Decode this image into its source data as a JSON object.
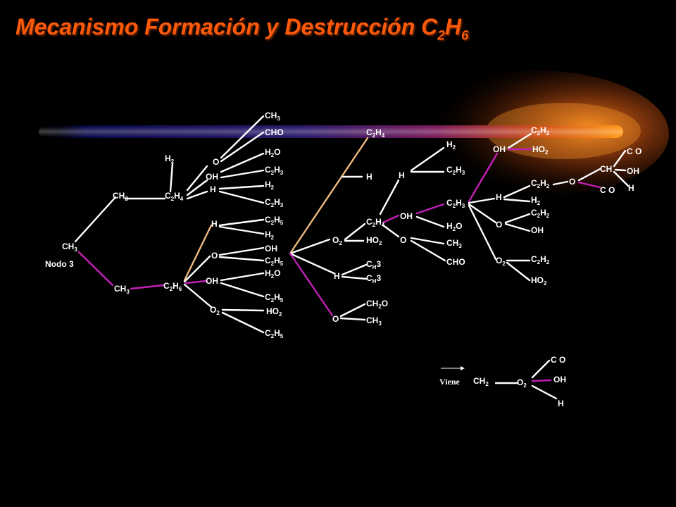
{
  "title": {
    "main": "Mecanismo Formación y Destrucción C",
    "s1": "2",
    "mid": "H",
    "s2": "6"
  },
  "colors": {
    "pink": "#c41fb6",
    "peach": "#f0b880",
    "white": "#ffffff",
    "title": "#ff5a0a",
    "beam_start": "#0a0a4a",
    "beam_mid": "#5a1a70",
    "beam_end": "#ff9a1a"
  },
  "labels": {
    "ch3_n3": "CH|3",
    "nodo3": "Nodo 3",
    "ch3_up": "CH|3",
    "ch3_dn": "CH|3",
    "h2_a": "H|2",
    "c2h4_a": "C|2|H|4",
    "o_a": "O",
    "oh_a": "OH",
    "h_a": "H",
    "ch3_b": "CH|3",
    "cho_b": "CHO",
    "h2o_b": "H|2|O",
    "c2h3_b": "C|2|H|3",
    "h2_b": "H|2",
    "c2h3_c": "C|2|H|3",
    "c2h6_a": "C|2|H|6",
    "h_c": "H",
    "o_c": "O",
    "oh_c": "OH",
    "o2_c": "O|2",
    "c2h5_d": "C|2|H|5",
    "h2_d": "H|2",
    "oh_d": "OH",
    "c2h5_e": "C|2|H|5",
    "h2o_e": "H|2|O",
    "c2h5_f": "C|2|H|5",
    "ho2_f": "HO|2",
    "c2h5_g": "C|2|H|5",
    "c2h4_top": "C|2|H|4",
    "h_mid": "H",
    "o2_mid": "O|2",
    "h_mid2": "H",
    "o_mid": "O",
    "c2h4_m": "C|2|H|4",
    "ho2_m": "HO|2",
    "ch3_m1": "C|H|3",
    "ch3_m2": "C|H|3",
    "ch2o_m": "CH|2|O",
    "ch3_m3": "CH|3",
    "h_r": "H",
    "h2_r": "H|2",
    "c2h3_r": "C|2|H|3",
    "oh_r": "OH",
    "o_r": "O",
    "c2h3_r2": "C|2|H|3",
    "h2o_r": "H|2|O",
    "ch3_r": "CH|3",
    "cho_r": "CHO",
    "c2h2_top": "C|2|H|2",
    "oh_top": "OH",
    "ho2_top": "HO|2",
    "h_rr": "H",
    "c2h2_rr1": "C|2|H|2",
    "h2_rr": "H|2",
    "o_rr": "O",
    "c2h2_rr2": "C|2|H|2",
    "oh_rr": "OH",
    "o2_rr": "O|2",
    "c2h2_rr3": "C|2|H|2",
    "ho2_rr": "HO|2",
    "o_far": "O",
    "ch_far": "CH",
    "co_far": "C O",
    "oh_far": "OH",
    "h_far": "H",
    "co_far2": "C O",
    "viene": "Viene",
    "ch2_leg": "CH|2",
    "o2_leg": "O|2",
    "co_leg": "C O",
    "oh_leg": "OH",
    "h_leg": "H"
  }
}
